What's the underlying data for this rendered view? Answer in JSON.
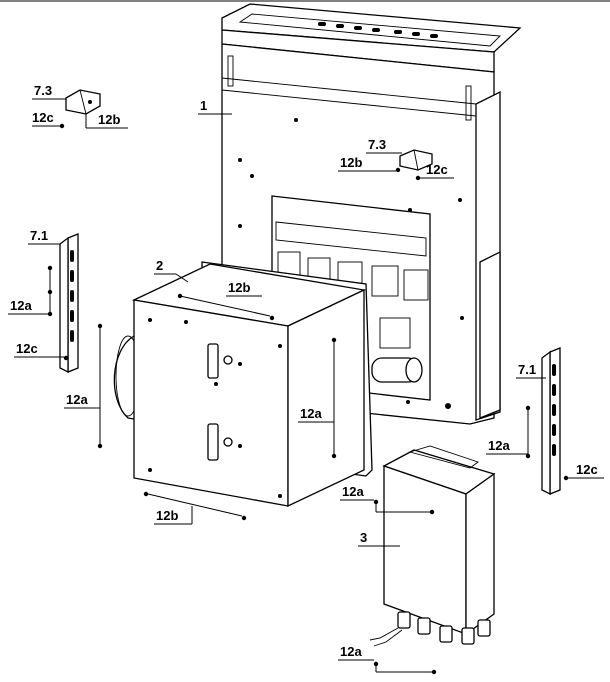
{
  "diagram": {
    "labels": {
      "part_1": "1",
      "part_2": "2",
      "part_3": "3",
      "bracket_top_left": "7.3",
      "bracket_top_mid": "7.3",
      "rail_left": "7.1",
      "rail_right": "7.1",
      "screw_12c_top_left": "12c",
      "screw_12b_top_left": "12b",
      "screw_12b_mid": "12b",
      "screw_12c_mid": "12c",
      "screw_12a_rail_left": "12a",
      "screw_12c_rail_left": "12c",
      "screw_12b_box_top": "12b",
      "screw_12a_box_left": "12a",
      "screw_12a_box_right": "12a",
      "screw_12b_box_bottom": "12b",
      "screw_12a_rail_right": "12a",
      "screw_12c_rail_right": "12c",
      "screw_12a_unit3_top": "12a",
      "screw_12a_unit3_bottom": "12a"
    }
  }
}
